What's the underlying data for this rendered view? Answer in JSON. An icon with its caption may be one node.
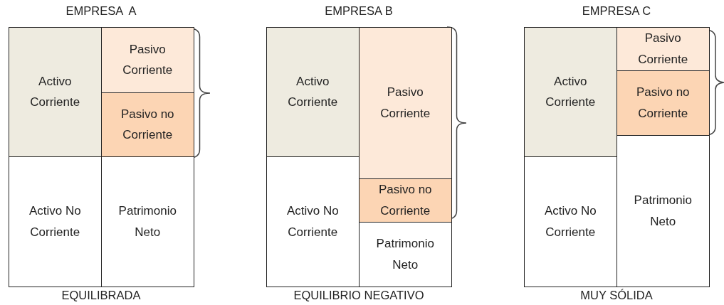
{
  "diagram": {
    "nodes": [
      {
        "text": [
          "EMPRESA  A"
        ],
        "beside": [
          "EQUILIBRADA"
        ]
      },
      {
        "text": [
          "Activo Corriente"
        ],
        "in": 0
      },
      {
        "text": [
          "Pasivo Corriente"
        ],
        "in": 0
      },
      {
        "text": [
          "Pasivo no Corriente"
        ],
        "in": 0
      },
      {
        "text": [
          "Activo No Corriente"
        ],
        "in": 0
      },
      {
        "text": [
          "Patrimonio Neto"
        ],
        "in": 0
      },
      {
        "text": [
          "EMPRESA B"
        ],
        "beside": [
          "EQUILIBRIO NEGATIVO"
        ]
      },
      {
        "text": [
          "Activo Corriente"
        ],
        "in": 6
      },
      {
        "text": [
          "Pasivo Corriente"
        ],
        "in": 6
      },
      {
        "text": [
          "Pasivo no Corriente"
        ],
        "in": 6
      },
      {
        "text": [
          "Activo No Corriente"
        ],
        "in": 6
      },
      {
        "text": [
          "Patrimonio Neto"
        ],
        "in": 6
      },
      {
        "text": [
          "EMPRESA C"
        ],
        "beside": [
          "MUY SÓLIDA"
        ]
      },
      {
        "text": [
          "Activo Corriente"
        ],
        "in": 12
      },
      {
        "text": [
          "Pasivo Corriente"
        ],
        "in": 12
      },
      {
        "text": [
          "Pasivo no Corriente"
        ],
        "in": 12
      },
      {
        "text": [
          "Activo No Corriente"
        ],
        "in": 12
      },
      {
        "text": [
          "Patrimonio Neto"
        ],
        "in": 12
      }
    ]
  }
}
